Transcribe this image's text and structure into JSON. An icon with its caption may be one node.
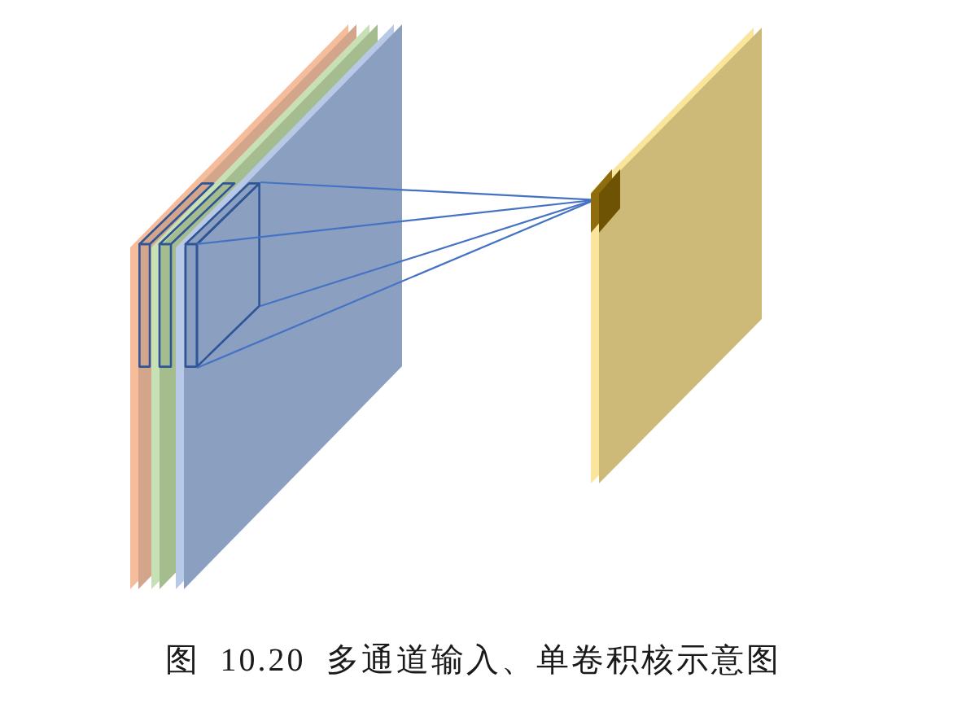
{
  "diagram": {
    "caption": "图 10.20 多通道输入、单卷积核示意图",
    "nodes": [
      {
        "text": [],
        "shape": "box"
      },
      {
        "text": [],
        "shape": "box",
        "in": 0
      },
      {
        "text": [],
        "shape": "box"
      },
      {
        "text": [],
        "shape": "box",
        "in": 2
      }
    ],
    "edges": [
      {
        "from": 1,
        "to": 3,
        "arrow": "none"
      },
      {
        "from": 1,
        "to": 3,
        "arrow": "none"
      },
      {
        "from": 1,
        "to": 3,
        "arrow": "none"
      },
      {
        "from": 1,
        "to": 3,
        "arrow": "none"
      }
    ]
  }
}
